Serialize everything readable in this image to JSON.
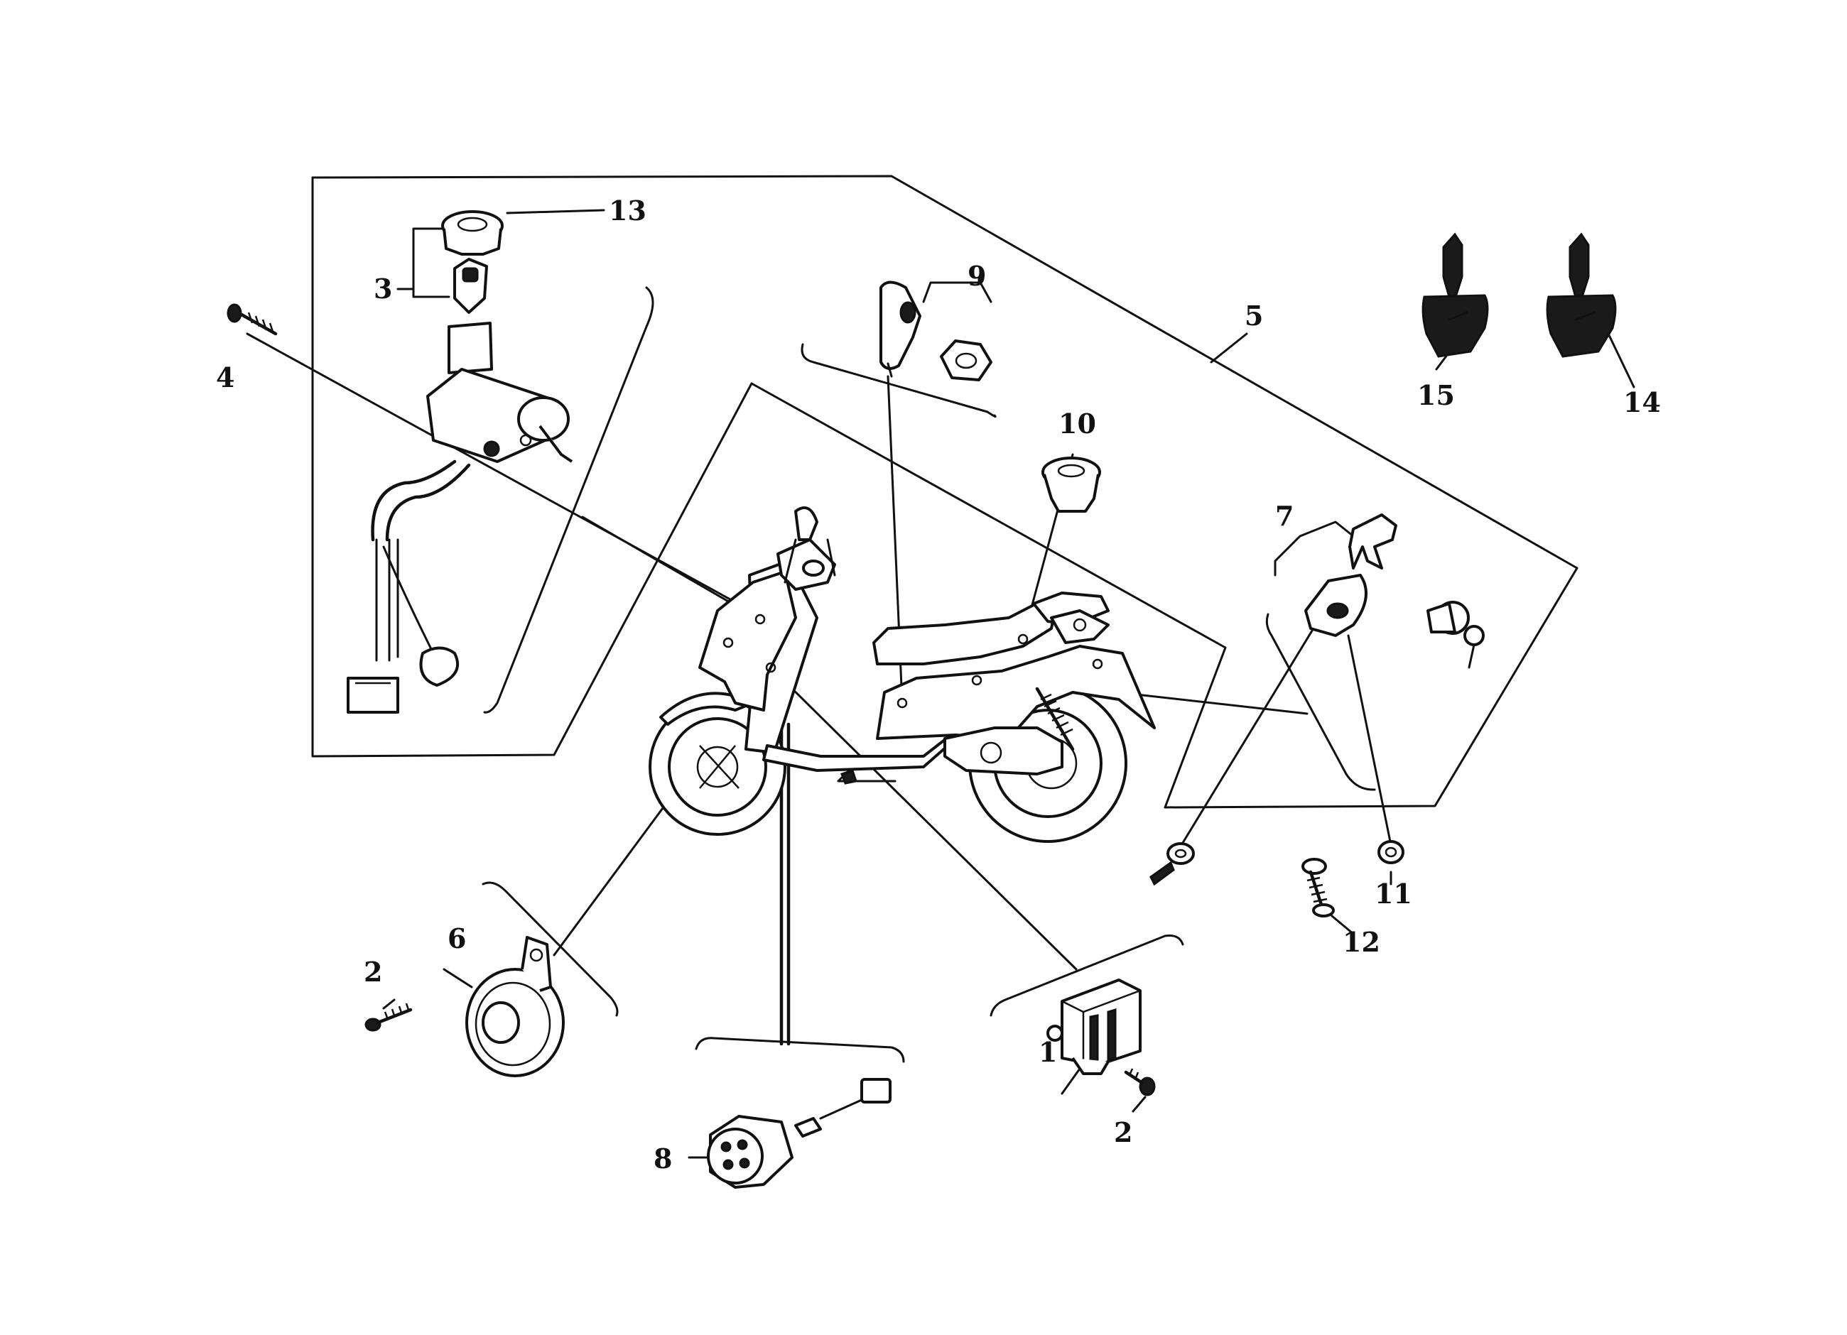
{
  "labels": {
    "l1": "1",
    "l2a": "2",
    "l2b": "2",
    "l3": "3",
    "l4": "4",
    "l5": "5",
    "l6": "6",
    "l7": "7",
    "l8": "8",
    "l9": "9",
    "l10": "10",
    "l11": "11",
    "l12": "12",
    "l13": "13",
    "l14": "14",
    "l15": "15"
  }
}
